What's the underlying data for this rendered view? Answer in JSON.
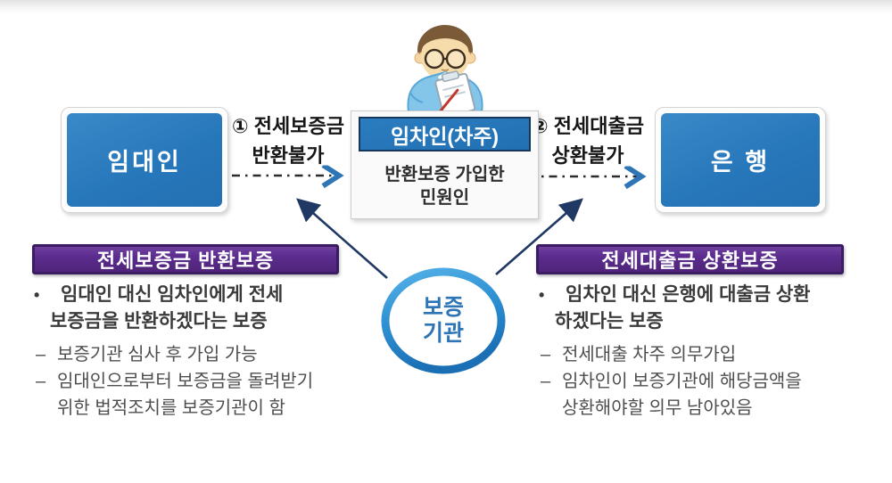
{
  "diagram": {
    "left_box": {
      "label": "임대인"
    },
    "middle_box": {
      "header": "임차인(차주)",
      "line1": "반환보증 가입한",
      "line2": "민원인"
    },
    "right_box": {
      "label": "은 행"
    },
    "arrow1": {
      "line1": "① 전세보증금",
      "line2": "반환불가"
    },
    "arrow2": {
      "line1": "② 전세대출금",
      "line2": "상환불가"
    },
    "circle": {
      "line1": "보증",
      "line2": "기관"
    }
  },
  "left_panel": {
    "header": "전세보증금 반환보증",
    "bullet_marker": "•",
    "bullet_line1": "임대인  대신  임차인에게  전세",
    "bullet_line2": "보증금을  반환하겠다는  보증",
    "dash_marker": "–",
    "dash1": "보증기관  심사  후  가입  가능",
    "dash2_line1": "임대인으로부터  보증금을  돌려받기",
    "dash2_line2": "위한  법적조치를  보증기관이  함"
  },
  "right_panel": {
    "header": "전세대출금 상환보증",
    "bullet_marker": "•",
    "bullet_line1": "임차인  대신  은행에  대출금  상환",
    "bullet_line2": "하겠다는  보증",
    "dash_marker": "–",
    "dash1": "전세대출  차주  의무가입",
    "dash2_line1": "임차인이  보증기관에  해당금액을",
    "dash2_line2": "상환해야할  의무  남아있음"
  },
  "colors": {
    "box_blue": "#2777bb",
    "header_blue": "#2273b8",
    "navy_border": "#16365c",
    "purple": "#5b2c8e",
    "purple_border": "#3a1c63",
    "arrow_navy": "#1f3864",
    "arrowhead_blue": "#2e75b6",
    "circle_stroke_light": "#55b1e8",
    "circle_stroke_dark": "#1a6fb5",
    "circle_text": "#2e75b6"
  }
}
